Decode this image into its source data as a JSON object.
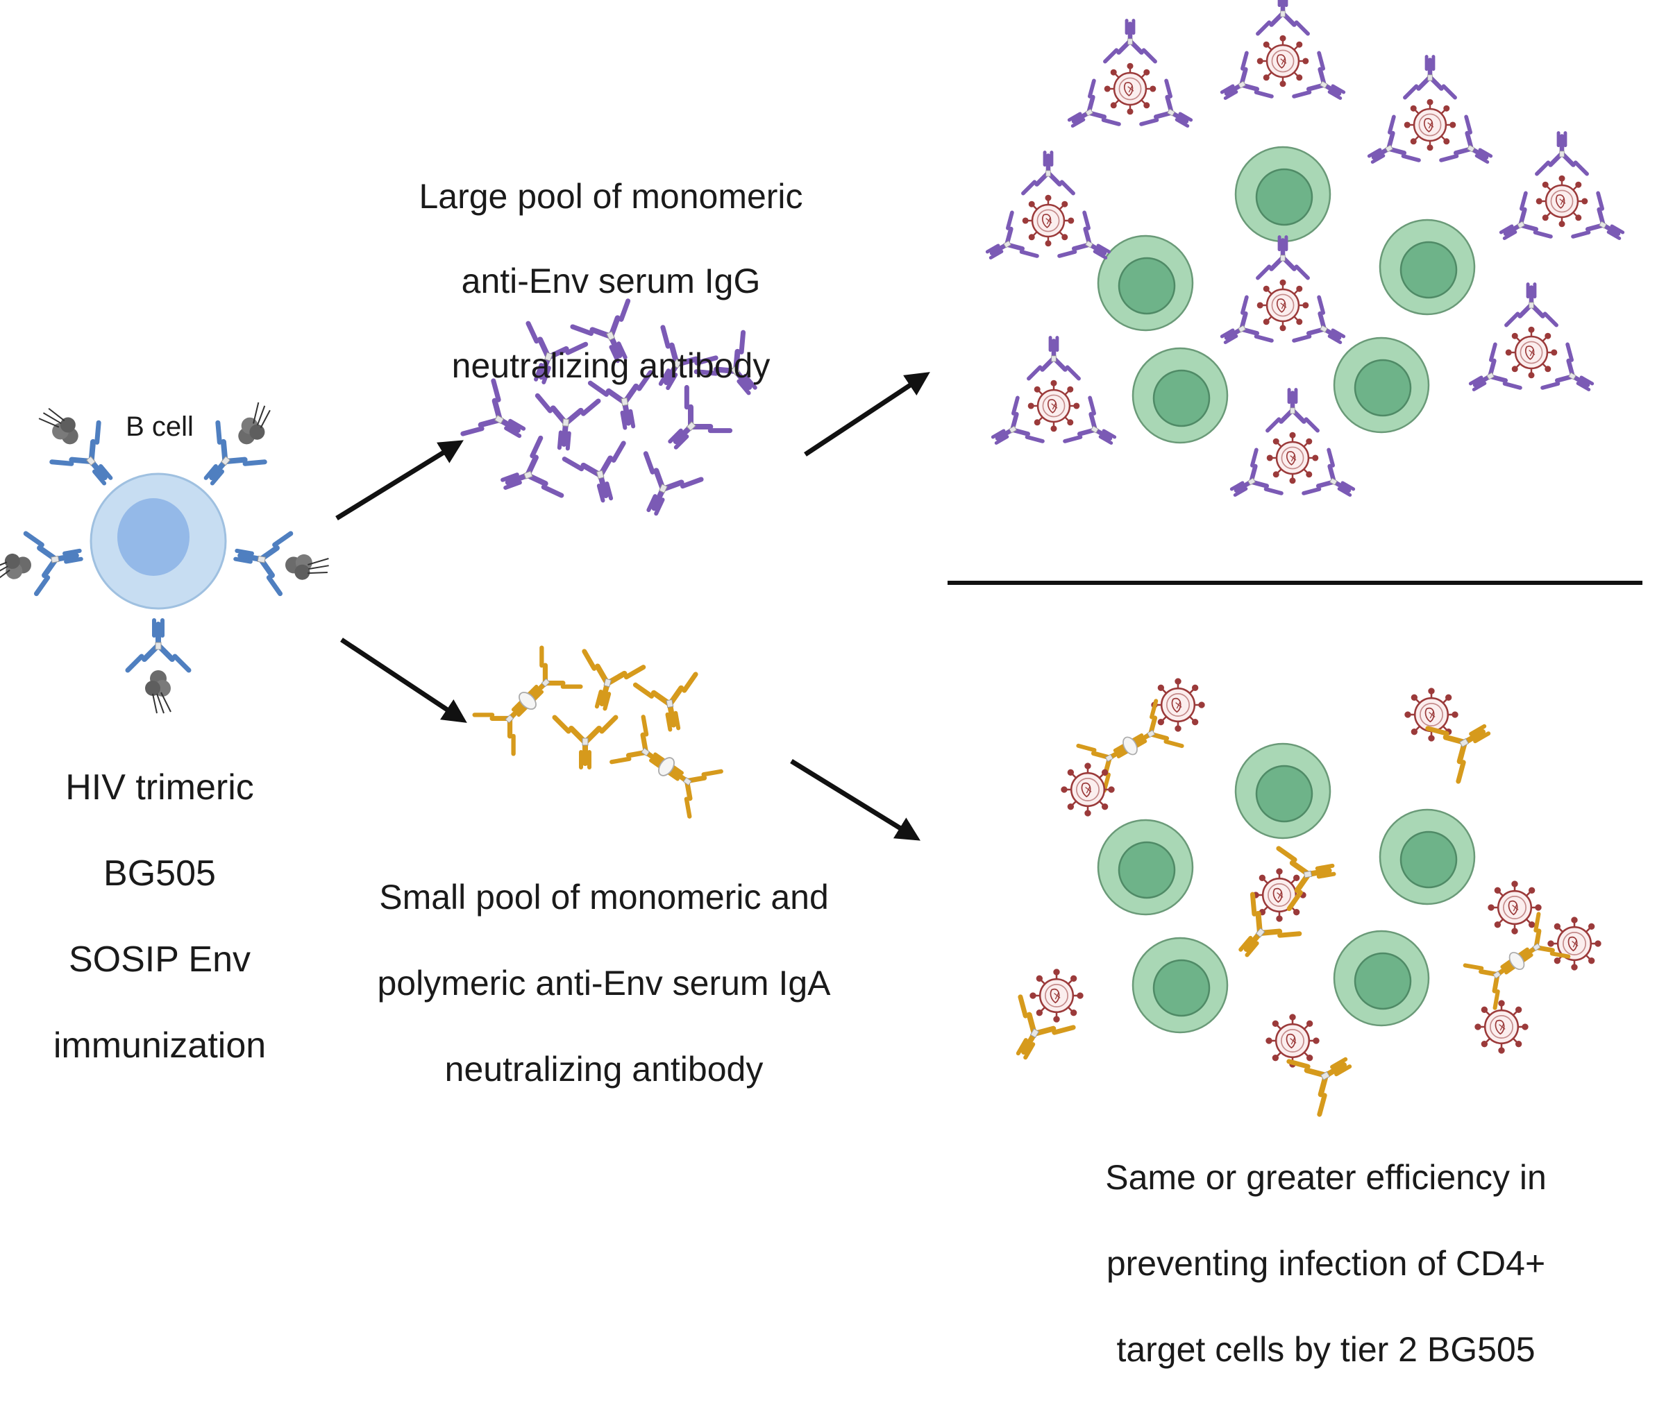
{
  "labels": {
    "b_cell": "B cell",
    "immunization": [
      "HIV trimeric",
      "BG505",
      "SOSIP Env",
      "immunization"
    ],
    "igg_pool": [
      "Large pool of monomeric",
      "anti-Env serum IgG",
      "neutralizing antibody"
    ],
    "iga_pool": [
      "Small pool of monomeric and",
      "polymeric anti-Env serum IgA",
      "neutralizing antibody"
    ],
    "result": [
      "Same or greater efficiency in",
      "preventing infection of CD4+",
      "target cells by tier 2 BG505"
    ]
  },
  "colors": {
    "igg_antibody": "#7b5ab5",
    "iga_antibody": "#d69a1c",
    "b_cell_receptor": "#4f7fc0",
    "b_cell_body": "#c7ddf2",
    "b_cell_nucleus": "#94b9e8",
    "env_trimer": "#6b6b6b",
    "virus": "#9b3a3a",
    "target_cell": "#a9d7b5",
    "target_nucleus": "#6eb389",
    "arrow": "#111111",
    "divider": "#111111"
  },
  "icons": {
    "b_cell": "b-cell-icon",
    "igg": "igg-antibody-icon",
    "iga": "iga-antibody-icon",
    "virus": "hiv-virion-icon",
    "target_cell": "cd4-target-cell-icon"
  }
}
